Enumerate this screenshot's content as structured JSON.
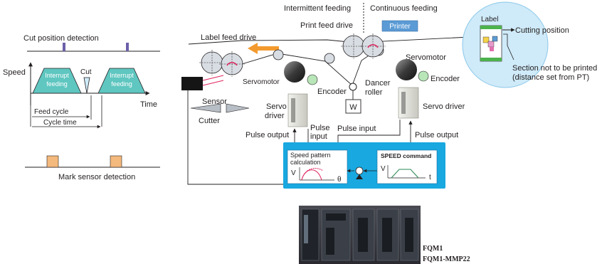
{
  "timing": {
    "cut_position_detection": "Cut position detection",
    "speed": "Speed",
    "cut": "Cut",
    "interrupt_feeding_1": [
      "Interrupt",
      "feeding"
    ],
    "interrupt_feeding_2": [
      "Interrupt",
      "feeding"
    ],
    "time": "Time",
    "feed_cycle": "Feed cycle",
    "cycle_time": "Cycle time",
    "mark_sensor_detection": "Mark sensor detection"
  },
  "system": {
    "intermittent_feeding": "Intermittent feeding",
    "continuous_feeding": "Continuous feeding",
    "print_feed_drive": "Print feed drive",
    "printer": "Printer",
    "label_feed_drive": "Label feed drive",
    "sensor": "Sensor",
    "cutter": "Cutter",
    "servomotor_left": "Servomotor",
    "encoder_left": "Encoder",
    "servo_driver_left": [
      "Servo",
      "driver"
    ],
    "dancer_roller": [
      "Dancer",
      "roller"
    ],
    "weight": "W",
    "servomotor_right": "Servomotor",
    "encoder_right": "Encoder",
    "servo_driver_right": "Servo driver",
    "pulse_output_left": "Pulse output",
    "pulse_input_left": [
      "Pulse",
      "input"
    ],
    "pulse_input_right": "Pulse input",
    "pulse_output_right": "Pulse output"
  },
  "controller": {
    "speed_pattern_calc": [
      "Speed pattern",
      "calculation"
    ],
    "v_axis_1": "V",
    "theta_axis": "θ",
    "speed_command": "SPEED command",
    "v_axis_2": "V",
    "t_axis": "t"
  },
  "label_detail": {
    "label": "Label",
    "cutting_position": "Cutting position",
    "section_not_printed": [
      "Section not to be printed",
      "(distance set from PT)"
    ]
  },
  "hardware": {
    "model_1": "FQM1",
    "model_2": "FQM1-MMP22"
  },
  "colors": {
    "controller_bg": "#19a8e0",
    "feeding_fill": "#5fc6c0",
    "marker_purple": "#6d5fa8",
    "mark_orange": "#f4b97c",
    "arrow_orange": "#f39a2e",
    "circle_bg": "#cfeaf8",
    "encoder_green": "#b8e6b8",
    "printer_blue": "#5b9bd5"
  }
}
